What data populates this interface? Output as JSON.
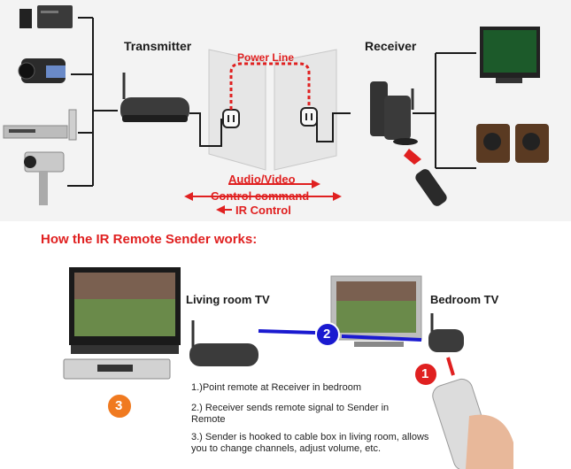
{
  "top": {
    "transmitter_label": "Transmitter",
    "receiver_label": "Receiver",
    "power_line_label": "Power Line",
    "signals": [
      "Audio/Video",
      "Control command",
      "IR Control"
    ]
  },
  "section_title": "How the IR Remote Sender works:",
  "bottom": {
    "living_room_label": "Living room TV",
    "bedroom_label": "Bedroom TV",
    "badges": [
      "1",
      "2",
      "3"
    ],
    "steps": [
      "1.)Point remote at Receiver in bedroom",
      "2.) Receiver sends remote signal to Sender in Remote",
      "3.) Sender is hooked to cable box in living room, allows you to change channels, adjust volume, etc."
    ]
  },
  "colors": {
    "red": "#e02020",
    "blue": "#1a1ad0",
    "orange": "#f07a20",
    "device_dark": "#2a2a2a"
  }
}
